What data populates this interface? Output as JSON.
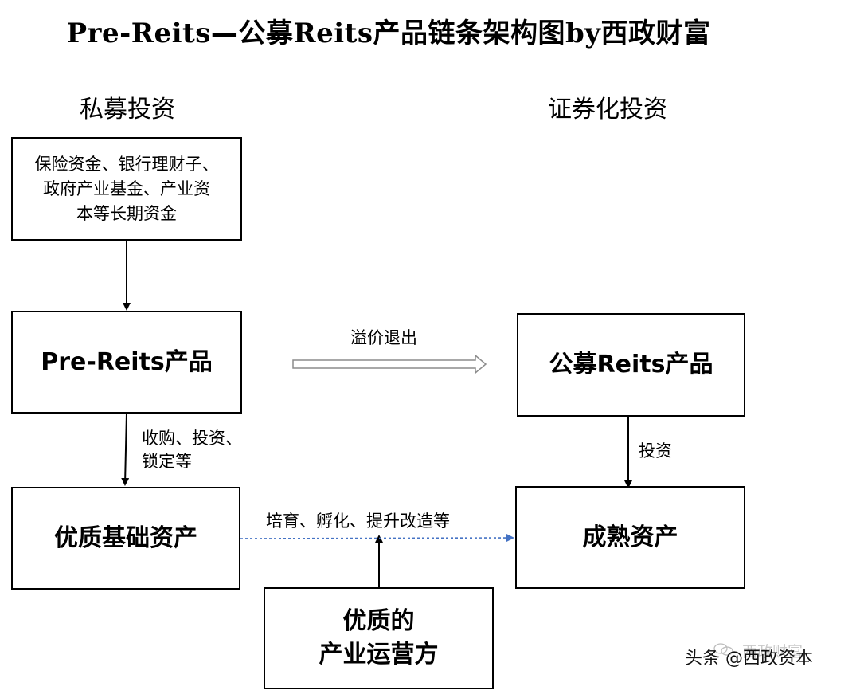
{
  "title": "Pre-Reits—公募Reits产品链条架构图by西政财富",
  "sections": {
    "left": "私募投资",
    "right": "证券化投资"
  },
  "boxes": {
    "funding": "保险资金、银行理财子、\n政府产业基金、产业资\n本等长期资金",
    "pre_reits": "Pre-Reits产品",
    "quality_assets": "优质基础资产",
    "public_reits": "公募Reits产品",
    "mature_assets": "成熟资产",
    "operator": "优质的\n产业运营方"
  },
  "edge_labels": {
    "premium_exit": "溢价退出",
    "acquire_invest": "收购、投资、\n锁定等",
    "invest": "投资",
    "incubate": "培育、孵化、提升改造等"
  },
  "watermark": {
    "ghost": "西政财富",
    "text": "头条 @西政资本"
  },
  "colors": {
    "dotted_arrow": "#4472c4",
    "hollow_arrow": "#8c8c8c"
  }
}
